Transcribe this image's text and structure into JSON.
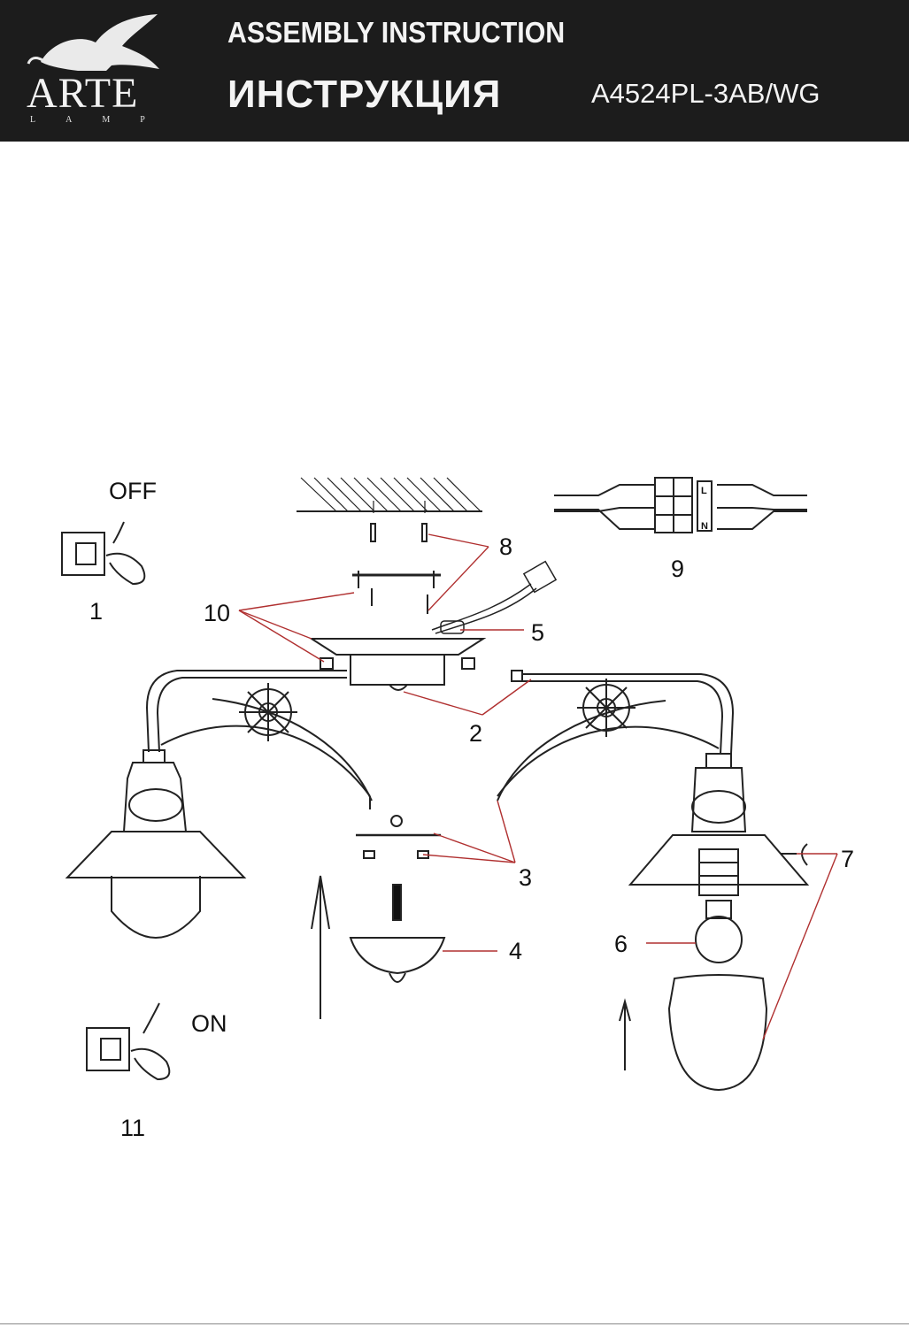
{
  "header": {
    "brand": "ARTE",
    "brand_sub": "LAMP",
    "title_en": "ASSEMBLY INSTRUCTION",
    "title_ru": "ИНСТРУКЦИЯ",
    "model": "A4524PL-3AB/WG"
  },
  "diagram": {
    "switch_off_label": "OFF",
    "switch_on_label": "ON",
    "callouts": [
      "1",
      "2",
      "3",
      "4",
      "5",
      "6",
      "7",
      "8",
      "9",
      "10",
      "11"
    ],
    "terminal_labels": [
      "L",
      "N"
    ]
  },
  "colors": {
    "header_bg": "#1c1c1c",
    "leader_line": "#b03030",
    "line_art": "#222222"
  }
}
